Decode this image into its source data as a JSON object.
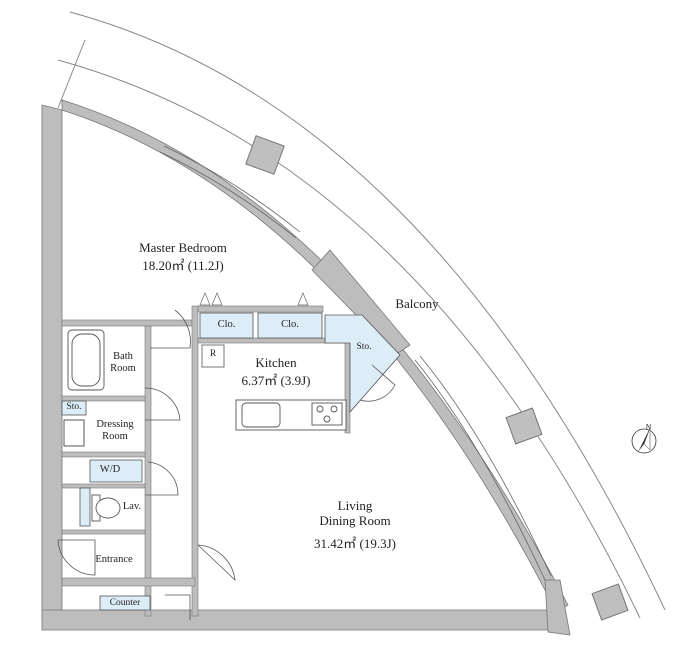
{
  "rooms": {
    "master_bedroom": {
      "name": "Master Bedroom",
      "area": "18.20㎡ (11.2J)"
    },
    "bath": {
      "name_line1": "Bath",
      "name_line2": "Room"
    },
    "dressing": {
      "name_line1": "Dressing",
      "name_line2": "Room"
    },
    "storage_small": "Sto.",
    "wd": "W/D",
    "lavatory": "Lav.",
    "entrance": "Entrance",
    "counter": "Counter",
    "closet_1": "Clo.",
    "closet_2": "Clo.",
    "refrigerator": "R",
    "kitchen": {
      "name": "Kitchen",
      "area": "6.37㎡ (3.9J)"
    },
    "storage_kitchen": "Sto.",
    "balcony": "Balcony",
    "living": {
      "name_line1": "Living",
      "name_line2": "Dining Room",
      "area": "31.42㎡ (19.3J)"
    }
  },
  "compass": {
    "north_label": "N"
  },
  "colors": {
    "wall": "#bdbdbd",
    "storage_fill": "#dcedf8",
    "line": "#555555"
  }
}
